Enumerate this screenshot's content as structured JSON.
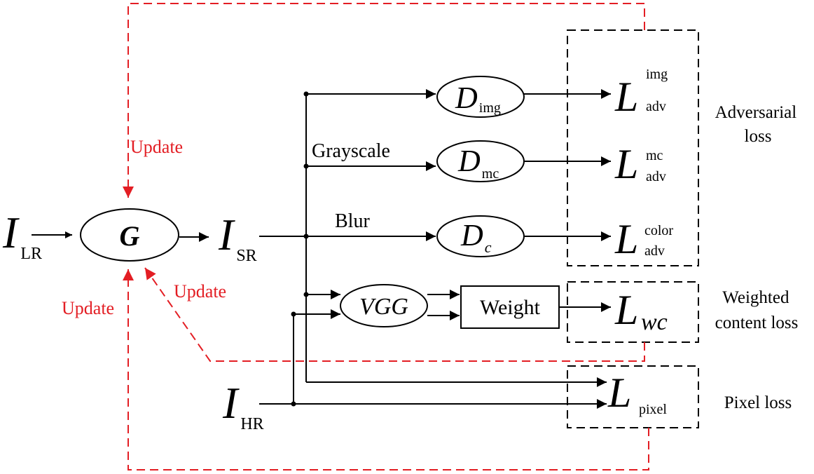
{
  "colors": {
    "line": "#000000",
    "update": "#e31e24"
  },
  "nodes": {
    "input_lr": {
      "main": "I",
      "sub": "LR"
    },
    "generator": {
      "label": "G"
    },
    "output_sr": {
      "main": "I",
      "sub": "SR"
    },
    "input_hr": {
      "main": "I",
      "sub": "HR"
    },
    "d_img": {
      "main": "D",
      "sub": "img"
    },
    "d_mc": {
      "main": "D",
      "sub": "mc"
    },
    "d_c": {
      "main": "D",
      "sub": "c"
    },
    "vgg": {
      "label": "VGG"
    },
    "weight": {
      "label": "Weight"
    }
  },
  "losses": {
    "l_img": {
      "main": "L",
      "sup": "img",
      "sub": "adv"
    },
    "l_mc": {
      "main": "L",
      "sup": "mc",
      "sub": "adv"
    },
    "l_color": {
      "main": "L",
      "sup": "color",
      "sub": "adv"
    },
    "l_wc": {
      "main": "L",
      "sub": "wc"
    },
    "l_pixel": {
      "main": "L",
      "sub": "pixel"
    }
  },
  "edge_labels": {
    "grayscale": "Grayscale",
    "blur": "Blur"
  },
  "groups": {
    "adversarial": [
      "Adversarial",
      "loss"
    ],
    "weighted_content": [
      "Weighted",
      "content  loss"
    ],
    "pixel": [
      "Pixel loss"
    ]
  },
  "updates": {
    "top": "Update",
    "diagonal": "Update",
    "bottom": "Update"
  }
}
